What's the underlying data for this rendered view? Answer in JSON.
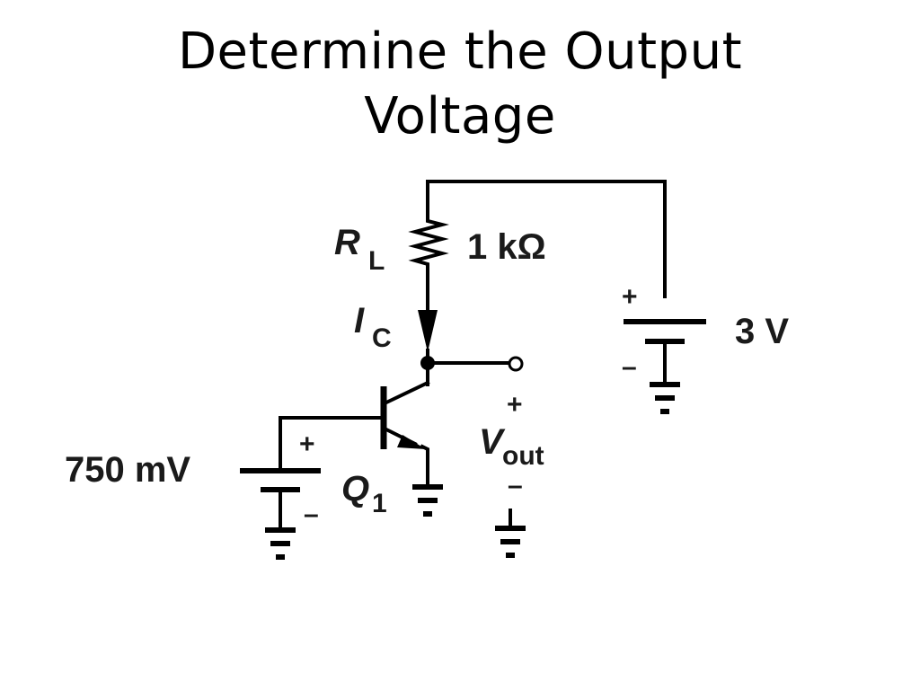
{
  "slide": {
    "title_line1": "Determine the Output",
    "title_line2": "Voltage"
  },
  "circuit": {
    "resistor": {
      "symbol": "R",
      "subscript": "L",
      "value": "1 kΩ"
    },
    "current": {
      "symbol": "I",
      "subscript": "C"
    },
    "supply": {
      "value": "3 V",
      "plus": "+",
      "minus": "–"
    },
    "base_source": {
      "value": "750 mV",
      "plus": "+",
      "minus": "–"
    },
    "transistor": {
      "symbol": "Q",
      "subscript": "1"
    },
    "output": {
      "symbol": "V",
      "subscript": "out",
      "plus": "+",
      "minus": "–"
    }
  }
}
